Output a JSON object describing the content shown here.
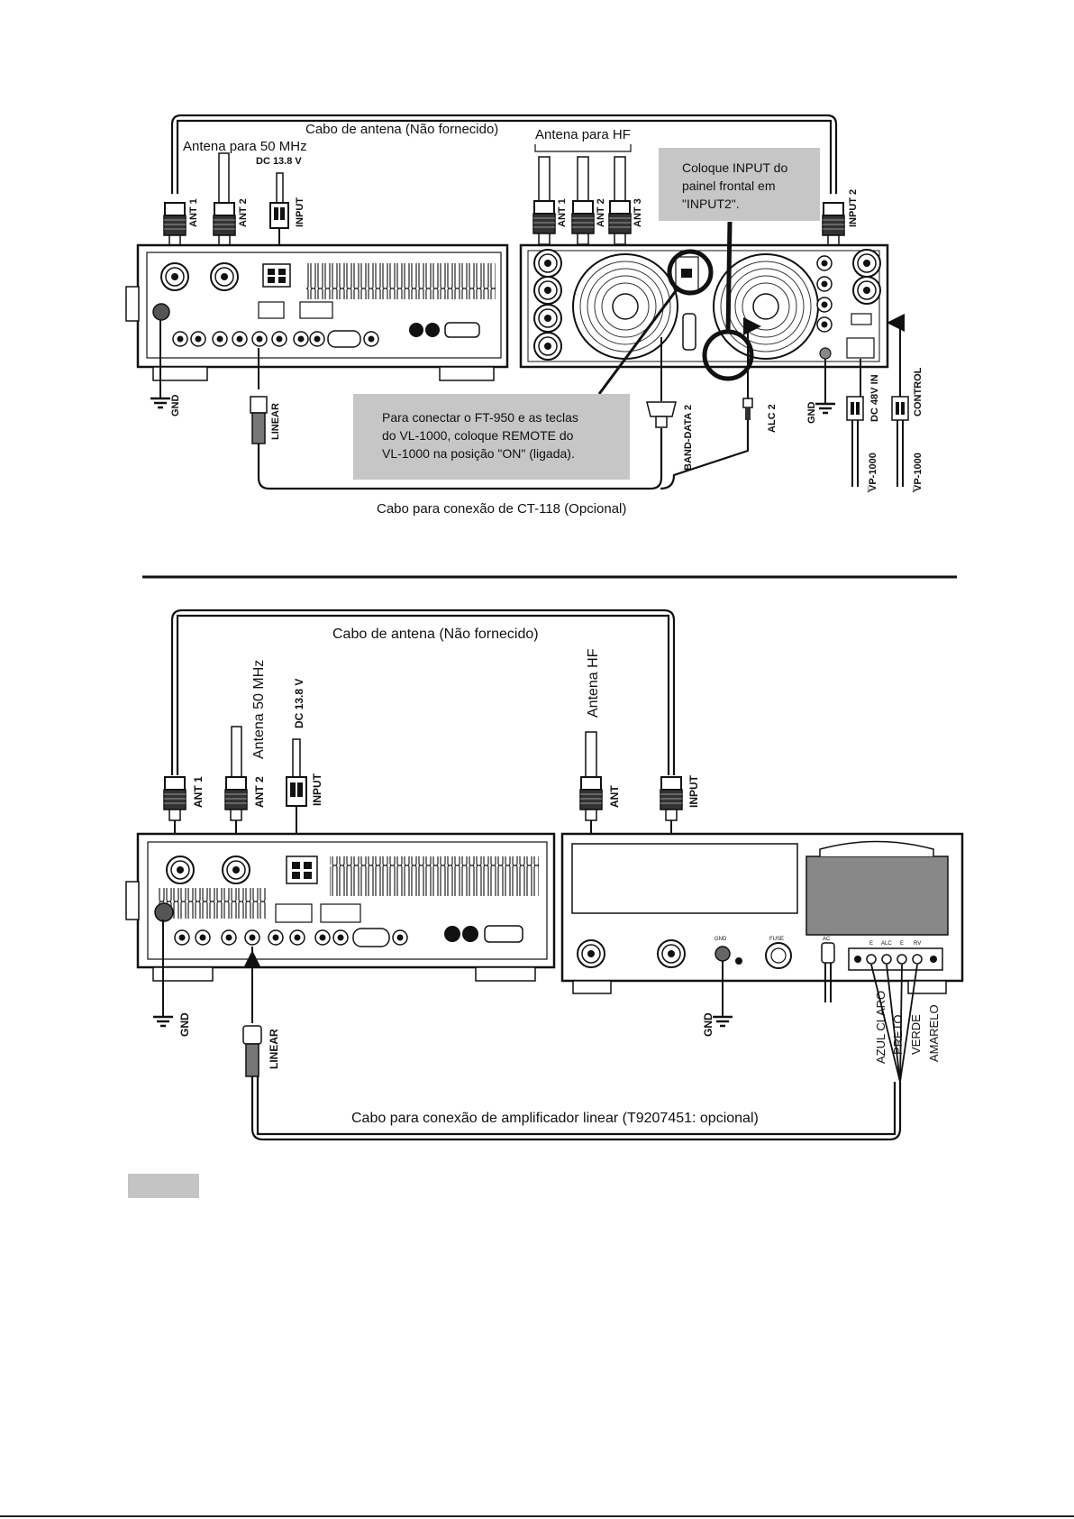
{
  "top": {
    "cable_antenna": "Cabo de antena (Não fornecido)",
    "antenna_50": "Antena para 50 MHz",
    "dc": "DC 13.8 V",
    "ant1": "ANT 1",
    "ant2": "ANT 2",
    "input": "INPUT",
    "antenna_hf": "Antena para HF",
    "hf_ant1": "ANT 1",
    "hf_ant2": "ANT 2",
    "hf_ant3": "ANT 3",
    "input2": "INPUT 2",
    "note_right": [
      "Coloque INPUT do",
      "painel frontal em",
      "\"INPUT2\"."
    ],
    "note_center": [
      "Para conectar o FT-950 e as teclas",
      "do VL-1000, coloque REMOTE do",
      "VL-1000 na posição \"ON\" (ligada)."
    ],
    "gnd": "GND",
    "linear": "LINEAR",
    "band_data": "BAND-DATA 2",
    "alc": "ALC 2",
    "gnd2": "GND",
    "dc48": "DC 48V IN",
    "control": "CONTROL",
    "vp1": "VP-1000",
    "vp2": "VP-1000",
    "cable_ct": "Cabo para conexão de CT-118 (Opcional)"
  },
  "bottom": {
    "cable_antenna": "Cabo de antena (Não fornecido)",
    "antenna_50": "Antena 50 MHz",
    "dc": "DC 13.8 V",
    "input": "INPUT",
    "ant1": "ANT 1",
    "ant2": "ANT 2",
    "antenna_hf": "Antena HF",
    "amp_ant": "ANT",
    "amp_input": "INPUT",
    "gnd": "GND",
    "linear": "LINEAR",
    "gnd2": "GND",
    "wires": [
      "AZUL CLARO",
      "PRETO",
      "VERDE",
      "AMARELO"
    ],
    "cable_linear": "Cabo para conexão de amplificador linear (T9207451: opcional)",
    "panel_labels": {
      "fuse": "FUSE",
      "ac": "AC",
      "gnd_panel": "GND",
      "e1": "E",
      "alc": "ALC",
      "e2": "E",
      "rv": "RV"
    }
  }
}
